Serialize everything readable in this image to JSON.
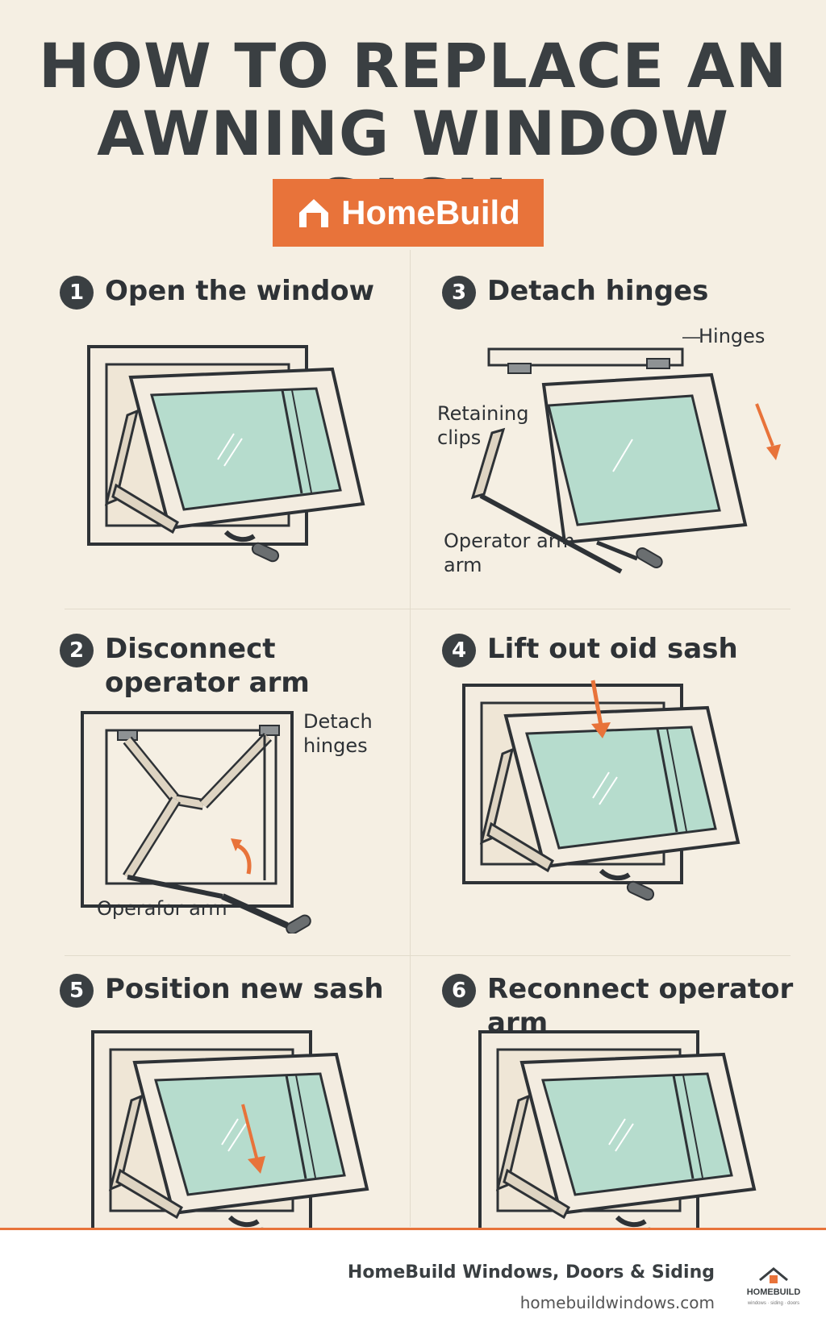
{
  "title": {
    "line1": "HOW TO REPLACE AN",
    "line2": "AWNING WINDOW SASH"
  },
  "brand": {
    "label": "HomeBuild",
    "icon": "house-icon",
    "accent": "#e8733a"
  },
  "steps": [
    {
      "number": "1",
      "title": "Open the window"
    },
    {
      "number": "2",
      "title": "Disconnect operator arm"
    },
    {
      "number": "3",
      "title": "Detach hinges"
    },
    {
      "number": "4",
      "title": "Lift out oid sash"
    },
    {
      "number": "5",
      "title": "Position new sash"
    },
    {
      "number": "6",
      "title": "Reconnect operator arm"
    }
  ],
  "callouts": {
    "step2_hinges_line1": "Detach",
    "step2_hinges_line2": "hinges",
    "step2_operator": "Operafor arm",
    "step3_hinges": "Hinges",
    "step3_clips_line1": "Retaining",
    "step3_clips_line2": "clips",
    "step3_operator_line1": "Operator arm",
    "step3_operator_line2": "arm"
  },
  "footer": {
    "company": "HomeBuild Windows, Doors & Siding",
    "url": "homebuildwindows.com",
    "logo_text": "HOMEBUILD",
    "logo_tagline": "windows · siding · doors"
  },
  "colors": {
    "background": "#f5efe3",
    "text": "#3a3f42",
    "accent": "#e8733a",
    "glass": "#b6dccd",
    "frame": "#f3ece0"
  }
}
